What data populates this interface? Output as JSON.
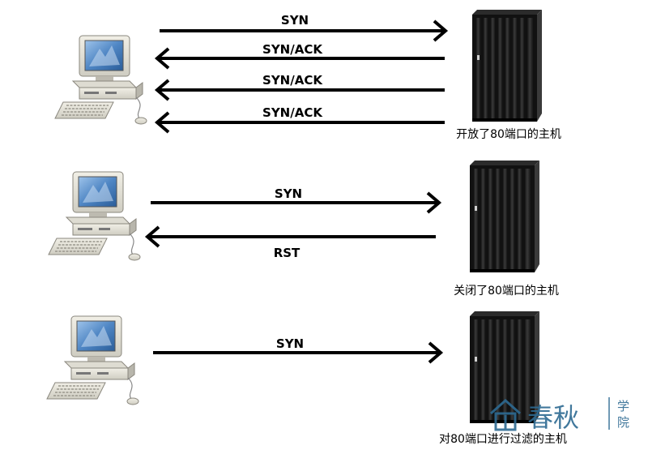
{
  "scenarios": [
    {
      "messages": [
        {
          "label": "SYN",
          "direction": "to-host"
        },
        {
          "label": "SYN/ACK",
          "direction": "to-client"
        },
        {
          "label": "SYN/ACK",
          "direction": "to-client"
        },
        {
          "label": "SYN/ACK",
          "direction": "to-client"
        }
      ],
      "host_caption": "开放了80端口的主机"
    },
    {
      "messages": [
        {
          "label": "SYN",
          "direction": "to-host"
        },
        {
          "label": "RST",
          "direction": "to-client"
        }
      ],
      "host_caption": "关闭了80端口的主机"
    },
    {
      "messages": [
        {
          "label": "SYN",
          "direction": "to-host"
        }
      ],
      "host_caption": "对80端口进行过滤的主机"
    }
  ],
  "watermark": {
    "brand": "春秋",
    "suffix_top": "学",
    "suffix_bottom": "院",
    "color": "#2d6a92"
  },
  "colors": {
    "arrow": "#000000",
    "server_body": "#1a1a1a",
    "monitor_screen": "#5a8cc8",
    "computer_beige": "#e8e6dc"
  },
  "icons": [
    "desktop-computer-icon",
    "server-tower-icon"
  ]
}
